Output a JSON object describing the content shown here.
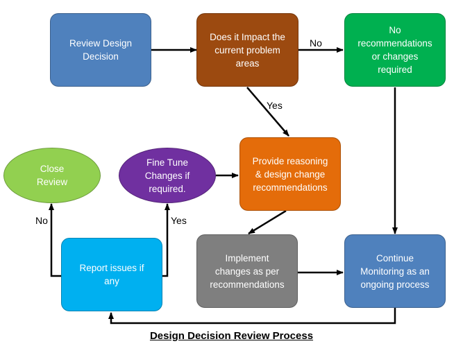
{
  "title": "Design Decision Review Process",
  "colors": {
    "blue": "#4f81bd",
    "brown": "#9c4a10",
    "green": "#00b050",
    "orange": "#e46c0a",
    "light_green": "#92d050",
    "purple": "#7030a0",
    "gray": "#7f7f7f",
    "cyan": "#00b0f0"
  },
  "nodes": {
    "review_design_decision": "Review Design\nDecision",
    "impact_question": "Does it Impact the\ncurrent problem\nareas",
    "no_recommendations": "No\nrecommendations\nor changes\nrequired",
    "provide_reasoning": "Provide reasoning\n& design change\nrecommendations",
    "fine_tune": "Fine Tune\nChanges if\nrequired.",
    "close_review": "Close\nReview",
    "report_issues": "Report issues if\nany",
    "implement_changes": "Implement\nchanges as per\nrecommendations",
    "continue_monitoring": "Continue\nMonitoring  as an\nongoing process"
  },
  "edge_labels": {
    "no_top": "No",
    "yes_middle": "Yes",
    "no_left": "No",
    "yes_left": "Yes"
  }
}
